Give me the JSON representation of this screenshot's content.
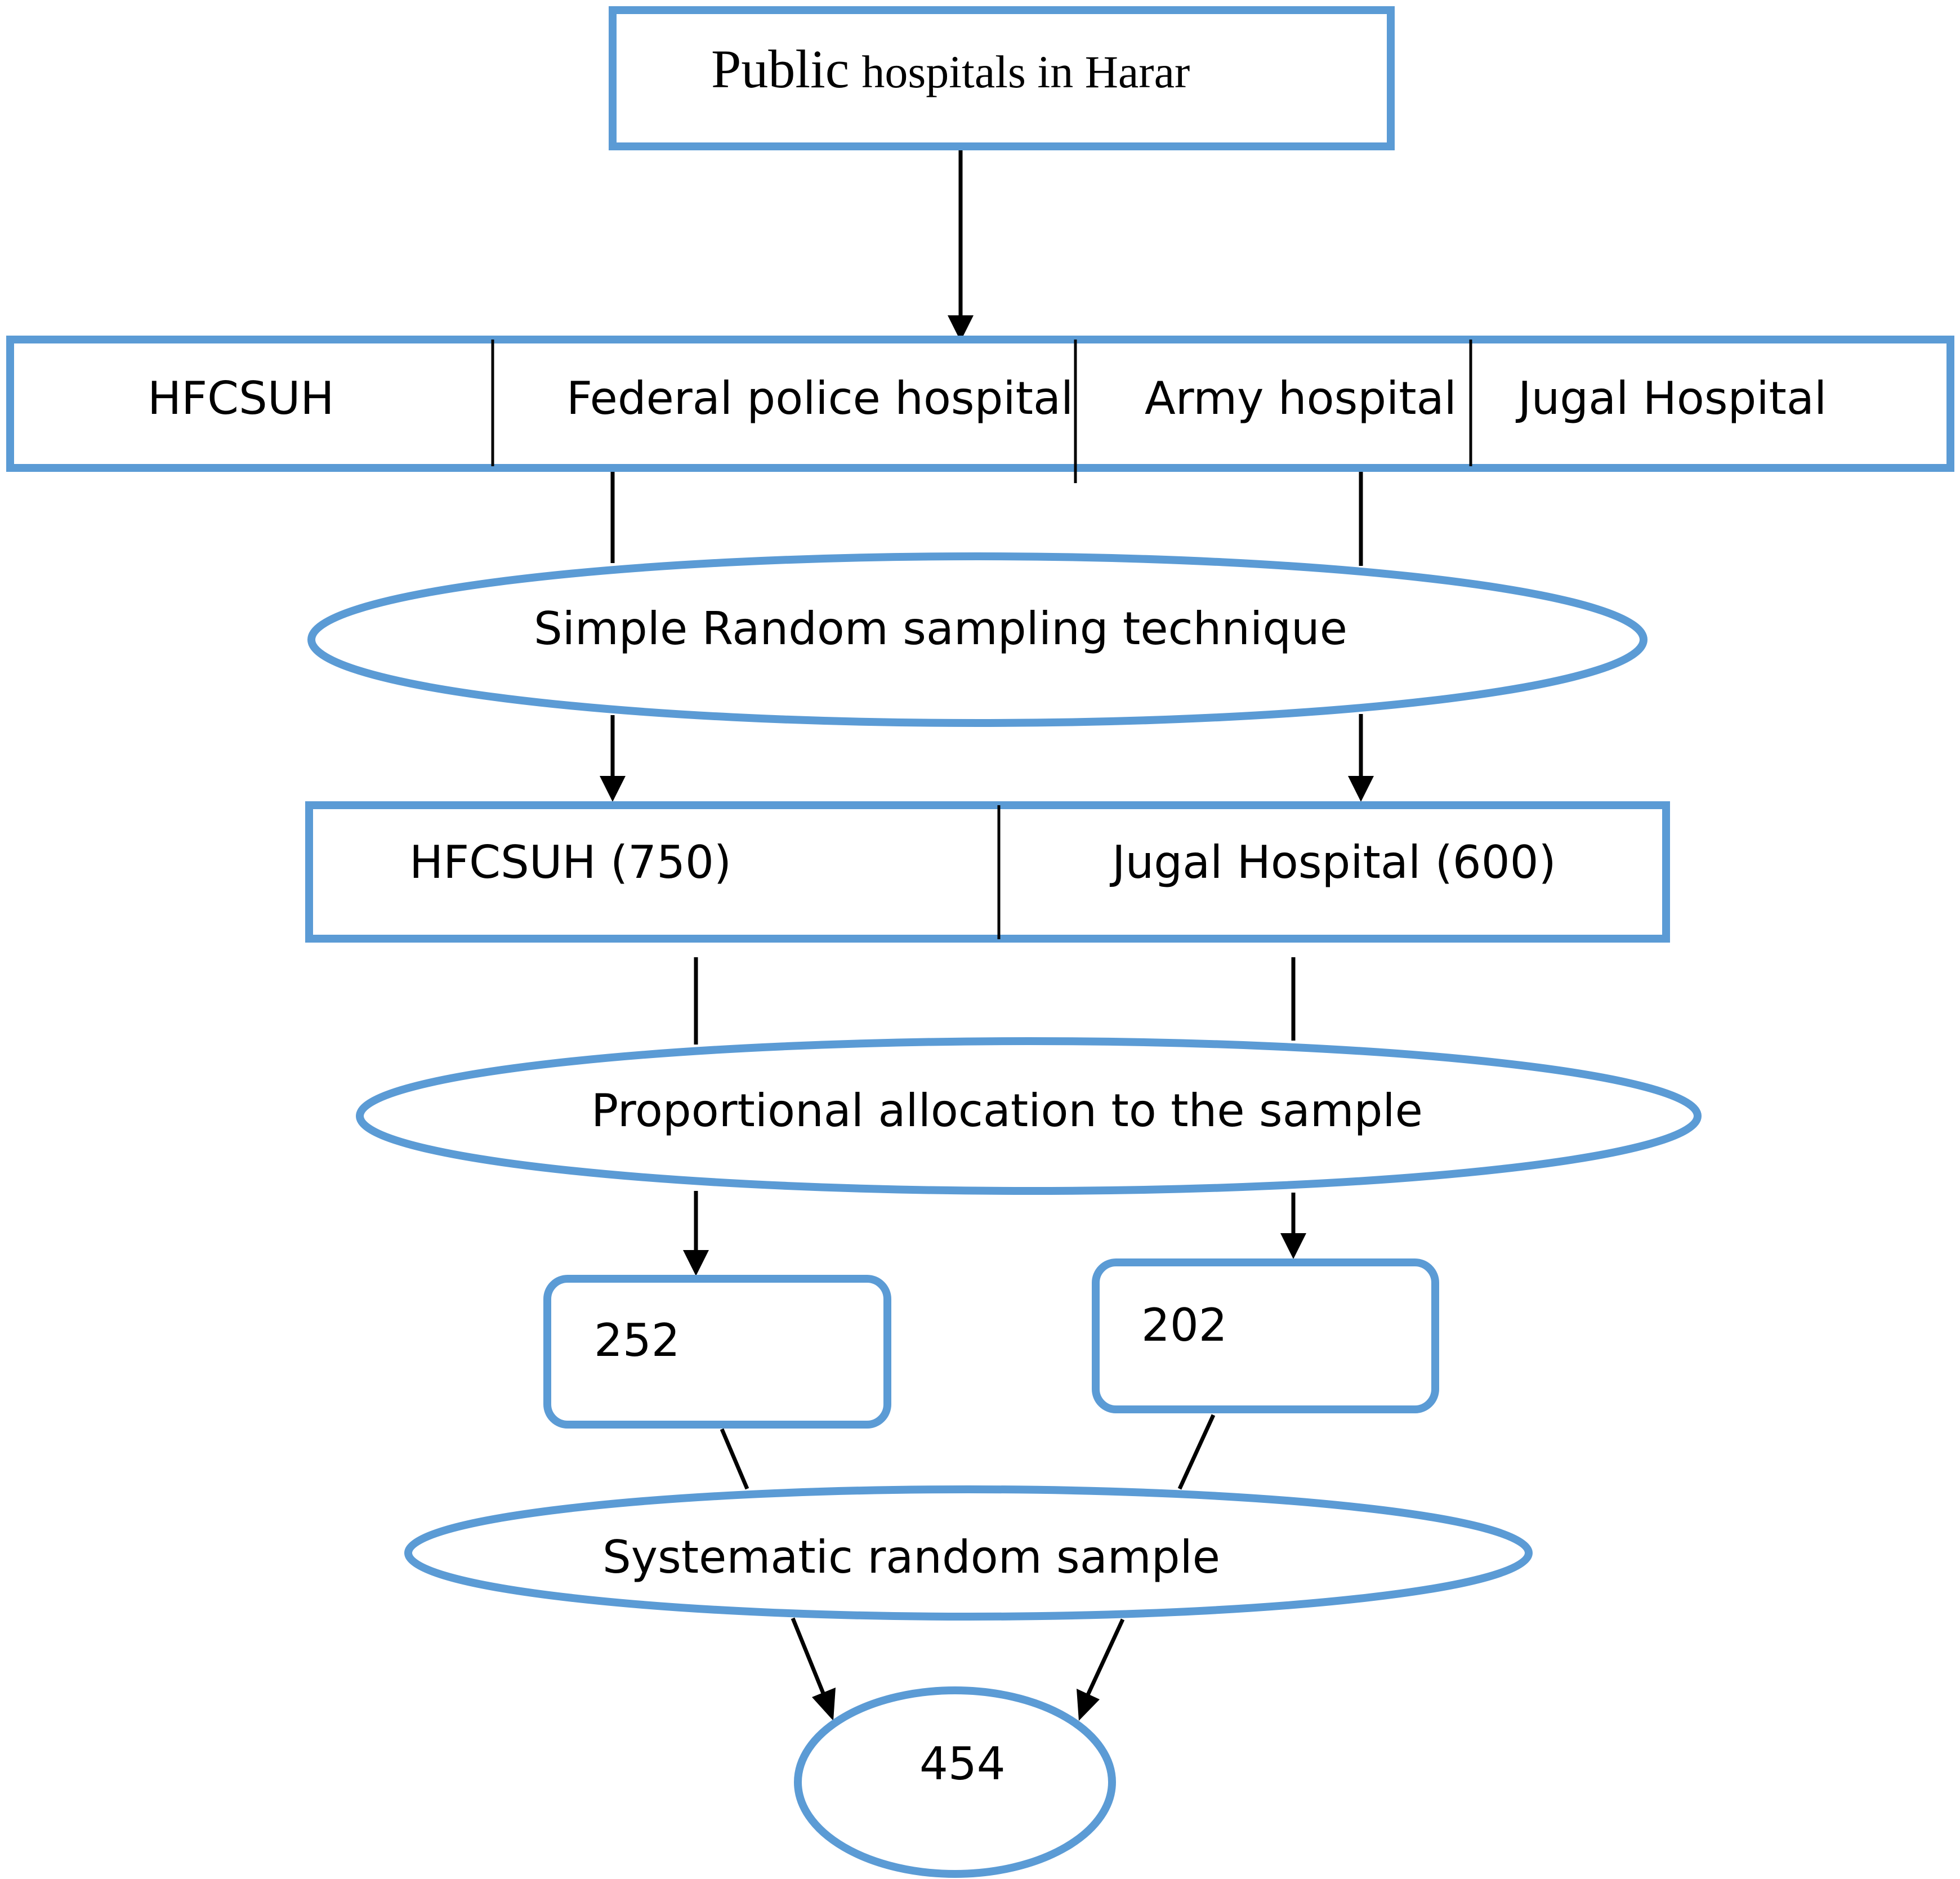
{
  "colors": {
    "box_stroke": "#5b9bd5",
    "line": "#000000",
    "background": "#ffffff",
    "text": "#000000"
  },
  "top": {
    "prefix": "Public",
    "rest": "hospitals in Harar"
  },
  "hospitals": [
    "HFCSUH",
    "Federal police hospital",
    "Army hospital",
    "Jugal Hospital"
  ],
  "step1": "Simple Random sampling technique",
  "selected": [
    "HFCSUH (750)",
    "Jugal Hospital (600)"
  ],
  "step2": "Proportional allocation to the sample",
  "samples": [
    "252",
    "202"
  ],
  "step3": "Systematic random sample",
  "total": "454"
}
